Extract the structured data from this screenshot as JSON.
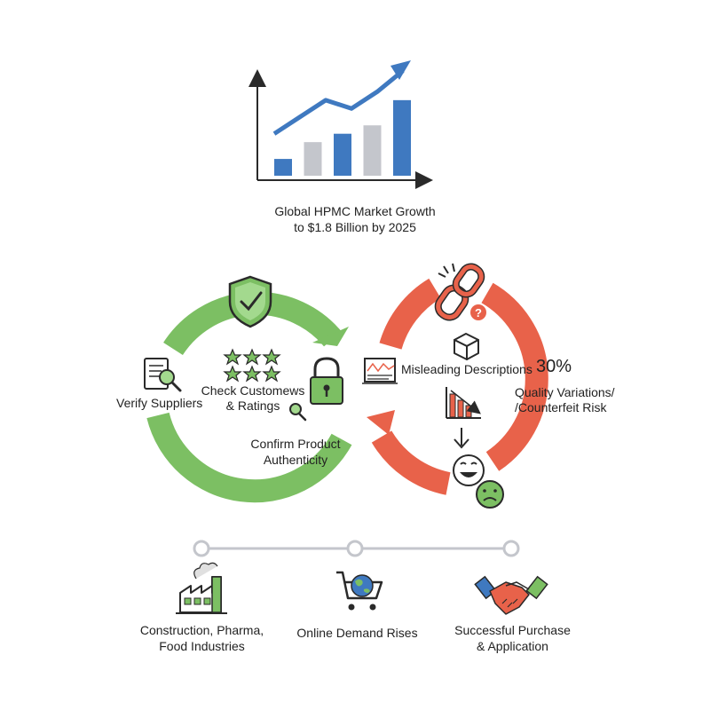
{
  "colors": {
    "green": "#7cbf63",
    "red": "#e8624a",
    "blue": "#3f79c0",
    "gray": "#c4c6cc",
    "dark": "#2a2a2a"
  },
  "chart": {
    "title_line1": "Global HPMC Market Growth",
    "title_line2": "to $1.8 Billion by 2025",
    "bars": [
      {
        "value": 2
      },
      {
        "value": 4
      },
      {
        "value": 5
      },
      {
        "value": 6
      },
      {
        "value": 9
      }
    ],
    "trend": [
      {
        "value": 5
      },
      {
        "value": 7
      },
      {
        "value": 9
      },
      {
        "value": 8
      },
      {
        "value": 10
      },
      {
        "value": 12.5
      }
    ],
    "ymax": 13
  },
  "left_cycle": {
    "verify": "Verify Suppliers",
    "check_line1": "Check Customews",
    "check_line2": "& Ratings",
    "confirm_line1": "Confirm Product",
    "confirm_line2": "Authenticity"
  },
  "right_cycle": {
    "misleading": "Misleading Descriptions",
    "percent": "30%",
    "quality_line1": "Quality Variations/",
    "quality_line2": "/Counterfeit Risk"
  },
  "timeline": {
    "steps": [
      {
        "line1": "Construction, Pharma,",
        "line2": "Food Industries",
        "icon": "factory-icon"
      },
      {
        "line1": "Online Demand Rises",
        "line2": "",
        "icon": "globe-cart-icon"
      },
      {
        "line1": "Successful Purchase",
        "line2": "& Application",
        "icon": "handshake-icon"
      }
    ]
  }
}
